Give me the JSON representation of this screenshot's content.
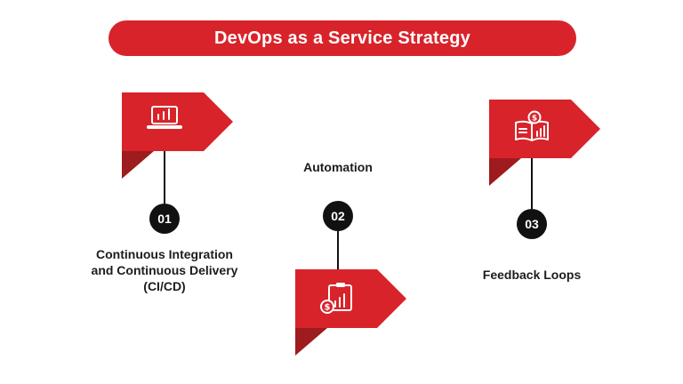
{
  "title": "DevOps as a Service Strategy",
  "colors": {
    "accent_red": "#d8232a",
    "fold_dark_red": "#9e1b1e",
    "circle_black": "#111111",
    "text_dark": "#1c1c1c",
    "background": "#ffffff"
  },
  "items": [
    {
      "number": "01",
      "label": "Continuous Integration and Continuous Delivery (CI/CD)",
      "icon": "laptop-chart-icon"
    },
    {
      "number": "02",
      "label": "Automation",
      "icon": "clipboard-chart-dollar-icon"
    },
    {
      "number": "03",
      "label": "Feedback Loops",
      "icon": "book-dollar-chart-icon"
    }
  ]
}
